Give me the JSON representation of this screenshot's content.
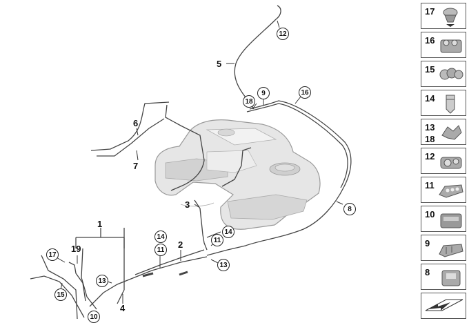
{
  "callouts": {
    "n1": "1",
    "n2": "2",
    "n3": "3",
    "n4": "4",
    "n5": "5",
    "n6": "6",
    "n7": "7",
    "n8": "8",
    "n9": "9",
    "n10": "10",
    "n11a": "11",
    "n11b": "11",
    "n12": "12",
    "n13a": "13",
    "n13b": "13",
    "n14a": "14",
    "n14b": "14",
    "n15": "15",
    "n16": "16",
    "n17": "17",
    "n18": "18",
    "n19": "19"
  },
  "legend": [
    {
      "num": "17",
      "icon": "clip-icon"
    },
    {
      "num": "16",
      "icon": "triple-holder-icon"
    },
    {
      "num": "15",
      "icon": "triple-ring-holder-icon"
    },
    {
      "num": "14",
      "icon": "nut-icon"
    },
    {
      "num": "13",
      "num2": "18",
      "icon": "bracket-icon"
    },
    {
      "num": "12",
      "icon": "double-clip-icon"
    },
    {
      "num": "11",
      "icon": "multi-clip-icon"
    },
    {
      "num": "10",
      "icon": "grey-holder-icon"
    },
    {
      "num": "9",
      "icon": "stepped-clip-icon"
    },
    {
      "num": "8",
      "icon": "single-holder-icon"
    },
    {
      "num": "",
      "icon": "arrow-plate-icon"
    }
  ]
}
